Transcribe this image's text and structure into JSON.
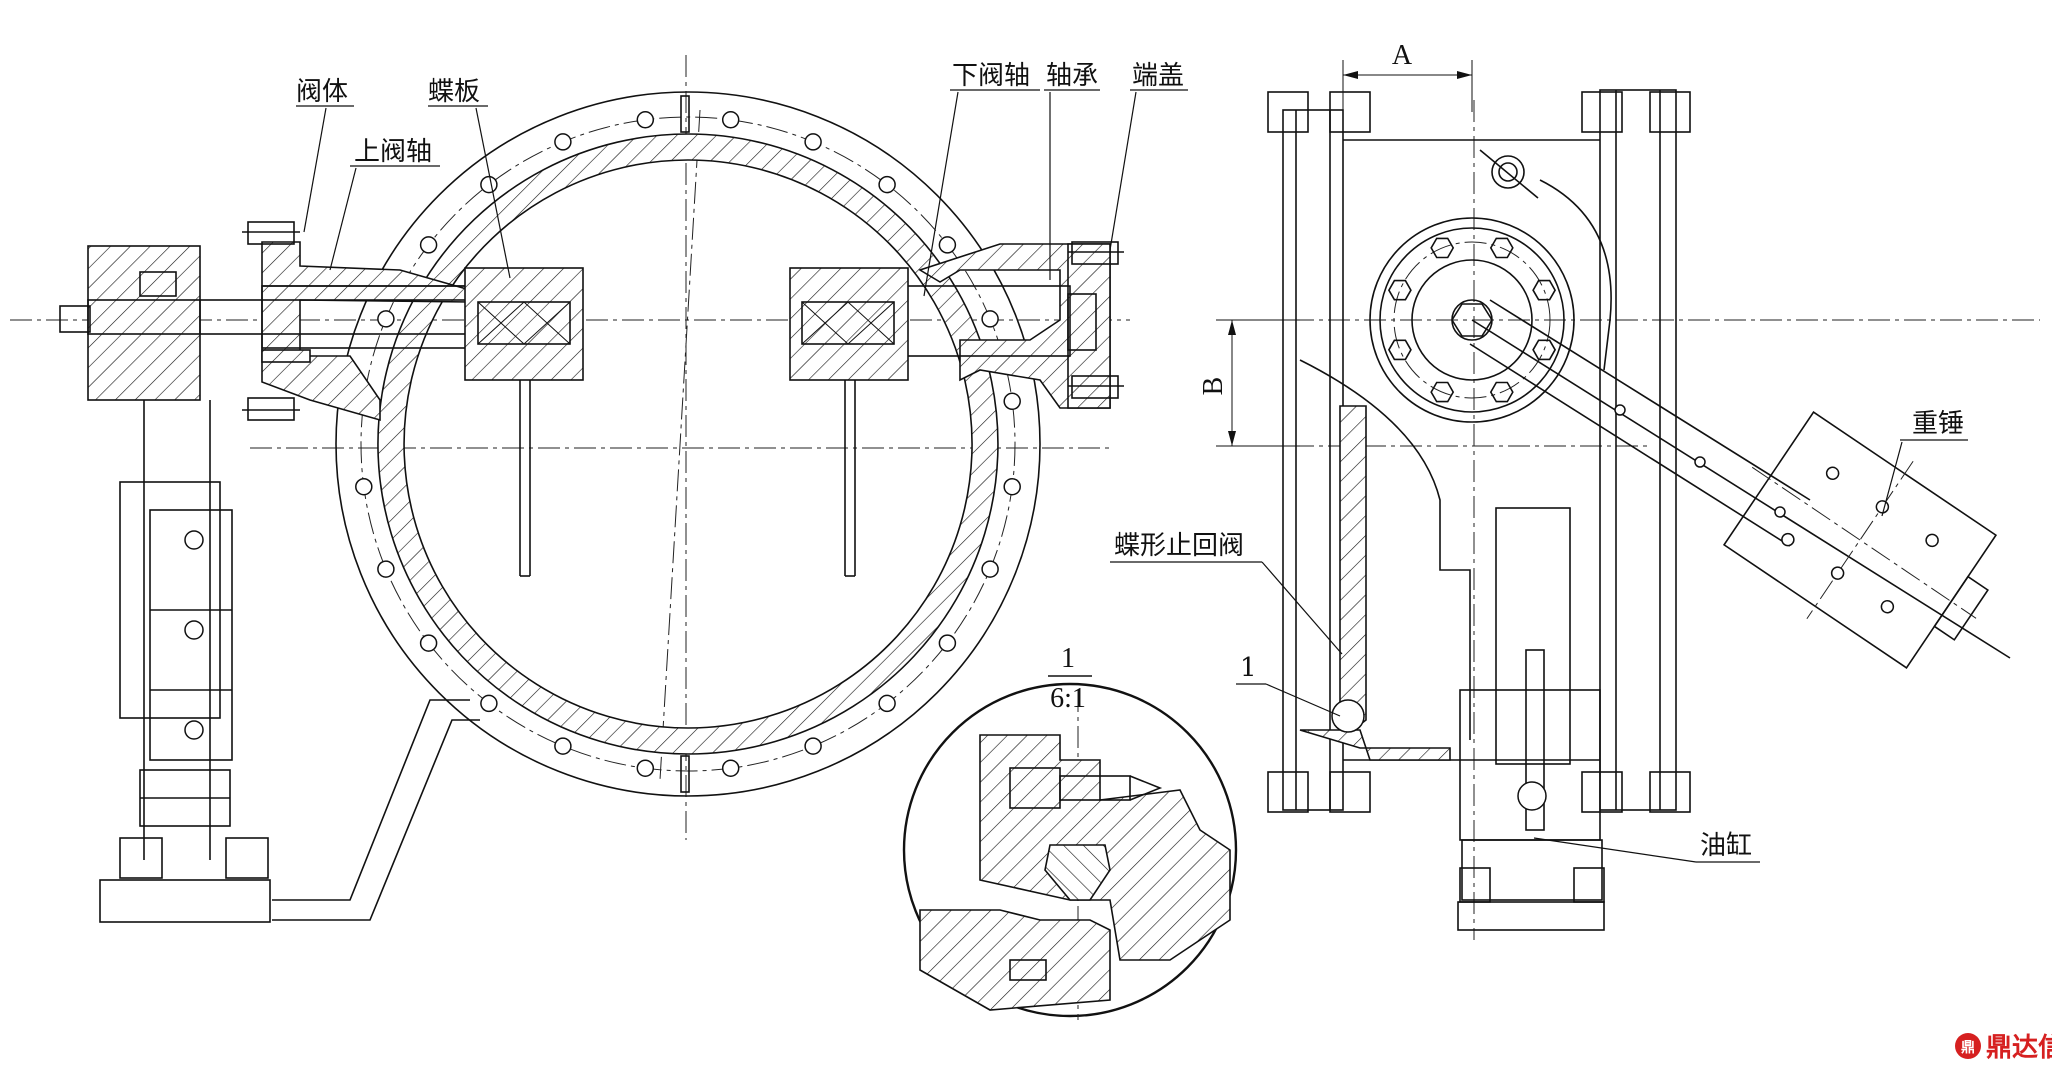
{
  "labels": {
    "valve_body": "阀体",
    "butterfly_plate": "蝶板",
    "upper_shaft": "上阀轴",
    "lower_shaft": "下阀轴",
    "bearing": "轴承",
    "end_cover": "端盖",
    "counterweight": "重锤",
    "check_valve": "蝶形止回阀",
    "oil_cylinder": "油缸",
    "part_1": "1"
  },
  "dimensions": {
    "a": "A",
    "b": "B"
  },
  "detail": {
    "number": "1",
    "scale": "6:1"
  },
  "logo": {
    "text": "鼎达信",
    "color": "#d62020"
  }
}
